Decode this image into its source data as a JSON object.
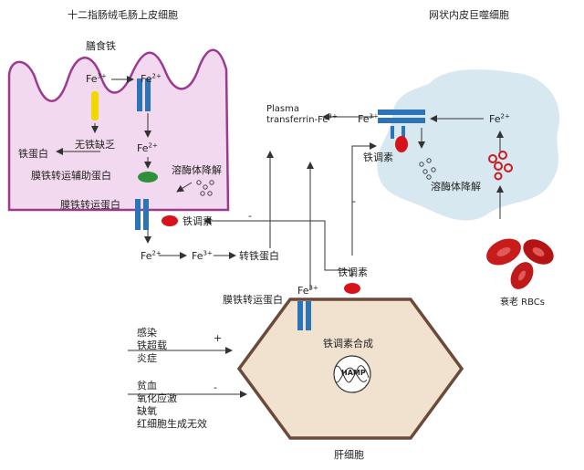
{
  "titles": {
    "enterocyte": "十二指肠绒毛肠上皮细胞",
    "macrophage": "网状内皮巨噬细胞",
    "hepatocyte": "肝细胞"
  },
  "enterocyte": {
    "dietary_iron": "膳食铁",
    "fe3": {
      "base": "Fe",
      "sup": "3+"
    },
    "fe2_in": {
      "base": "Fe",
      "sup": "2+"
    },
    "fe2_mid": {
      "base": "Fe",
      "sup": "2+"
    },
    "iron_deficiency": "无铁缺乏",
    "ferritin": "铁蛋白",
    "hephaestin": "膜铁转运辅助蛋白",
    "lysosomal_degradation": "溶酶体降解",
    "ferroportin": "膜铁转运蛋白",
    "hepcidin": "铁调素"
  },
  "circulation": {
    "fe2": {
      "base": "Fe",
      "sup": "2+"
    },
    "fe3": {
      "base": "Fe",
      "sup": "3+"
    },
    "transferrin": "转铁蛋白",
    "plasma_line1": "Plasma",
    "plasma_line2": {
      "base": "transferrin-Fe",
      "sup": "3+"
    }
  },
  "macrophage": {
    "fe3": {
      "base": "Fe",
      "sup": "3+"
    },
    "fe2": {
      "base": "Fe",
      "sup": "2+"
    },
    "hepcidin": "铁调素",
    "lysosomal_degradation": "溶酶体降解",
    "senescent_rbcs": "衰老 RBCs"
  },
  "hepatocyte": {
    "hepcidin_out": "铁调素",
    "fe3": {
      "base": "Fe",
      "sup": "3+"
    },
    "ferroportin": "膜铁转运蛋白",
    "hepcidin_synthesis": "铁调素合成",
    "gene": "HAMP"
  },
  "signals": {
    "minus_enterocyte": "-",
    "minus_macrophage": "-",
    "positive": [
      "感染",
      "铁超载",
      "炎症"
    ],
    "positive_sign": "+",
    "negative": [
      "贫血",
      "氧化应激",
      "缺氧",
      "红细胞生成无效"
    ],
    "negative_sign": "-"
  },
  "colors": {
    "enterocyte_fill": "#f3d9ef",
    "enterocyte_border": "#9b3a8f",
    "macrophage_fill": "#d7e8f1",
    "hepatocyte_fill": "#f1e2d0",
    "hepatocyte_border": "#6b4a3a",
    "channel_blue": "#2a74b7",
    "hepcidin_red": "#d8121b",
    "dmt_yellow": "#f0d800",
    "hephaestin_green": "#2f8f3c",
    "rbc_red": "#c81c1c"
  }
}
